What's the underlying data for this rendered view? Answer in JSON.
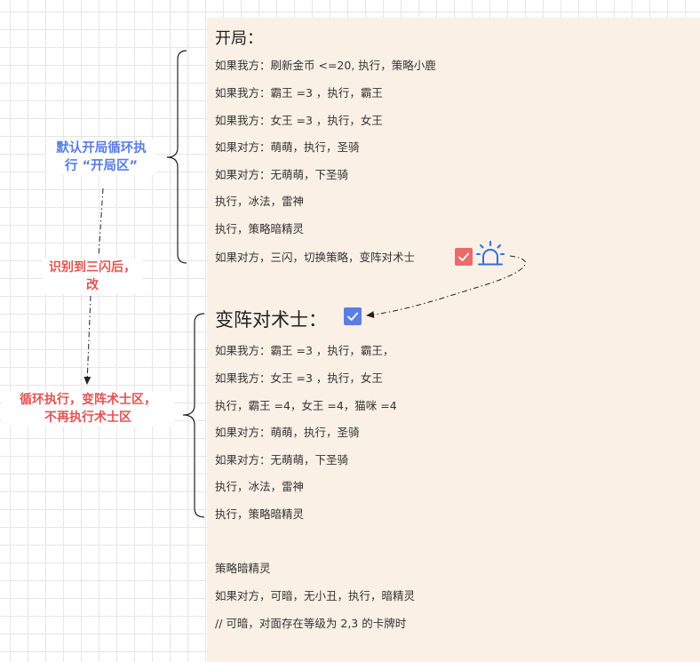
{
  "opening": {
    "title": "开局：",
    "lines": [
      "如果我方：刷新金币 <=20, 执行，策略小鹿",
      "如果我方：霸王 =3 ，执行，霸王",
      "如果我方：女王 =3 ，执行，女王",
      "如果对方：萌萌，执行，圣骑",
      "如果对方：无萌萌，下圣骑",
      "执行，冰法，雷神",
      "执行，策略暗精灵",
      "如果对方，三闪，切换策略，变阵对术士"
    ]
  },
  "warlock": {
    "title": "变阵对术士：",
    "lines": [
      "如果我方：霸王 =3 ，执行，霸王，",
      "如果我方：女王 =3 ，执行，女王",
      "执行，霸王 =4，女王 =4，猫咪 =4",
      "如果对方：萌萌，执行，圣骑",
      "如果对方：无萌萌，下圣骑",
      "执行，冰法，雷神",
      "执行，策略暗精灵"
    ]
  },
  "dark_elf": {
    "title": "策略暗精灵",
    "lines": [
      "如果对方，可暗，无小丑，执行，暗精灵",
      "// 可暗，对面存在等级为 2,3 的卡牌时"
    ]
  },
  "annotations": {
    "default_loop": [
      "默认开局循环执",
      "行 “开局区”"
    ],
    "after_three_flash": [
      "识别到三闪后，",
      "改"
    ],
    "loop_warlock": [
      "循环执行，变阵术士区，",
      "不再执行术士区"
    ]
  },
  "colors": {
    "panel_bg": "#faf0e6",
    "blue_accent": "#5b7fe0",
    "red_accent": "#e05555",
    "check_red": "#ea6b6b",
    "grid_line": "#e6e6e6"
  },
  "icons": {
    "check_red": "checkbox-check-icon",
    "check_blue": "checkbox-check-icon",
    "alarm": "siren-alarm-icon"
  }
}
